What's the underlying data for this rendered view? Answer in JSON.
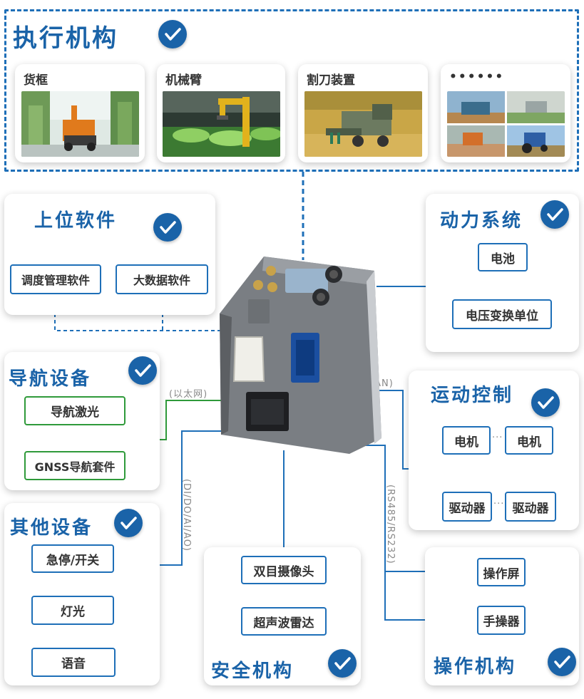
{
  "executor": {
    "title": "执行机构",
    "cards": [
      {
        "label": "货框",
        "icon": "cargo-frame-robot-photo"
      },
      {
        "label": "机械臂",
        "icon": "robot-arm-photo"
      },
      {
        "label": "割刀装置",
        "icon": "harvester-photo"
      },
      {
        "label": "••••••",
        "icon": "farm-vehicles-collage-photo"
      }
    ]
  },
  "software": {
    "title": "上位软件",
    "items": [
      "调度管理软件",
      "大数据软件"
    ]
  },
  "power": {
    "title": "动力系统",
    "items": [
      "电池",
      "电压变换单位"
    ]
  },
  "navigation": {
    "title": "导航设备",
    "items": [
      "导航激光",
      "GNSS导航套件"
    ],
    "link_label": "(以太网)"
  },
  "motion": {
    "title": "运动控制",
    "items": [
      "电机",
      "电机",
      "驱动器",
      "驱动器"
    ],
    "separator": "···",
    "link_label": "(CAN)"
  },
  "other": {
    "title": "其他设备",
    "items": [
      "急停/开关",
      "灯光",
      "语音"
    ],
    "link_label": "(DI/DO/AI/AO)"
  },
  "safety": {
    "title": "安全机构",
    "items": [
      "双目摄像头",
      "超声波雷达"
    ]
  },
  "operation": {
    "title": "操作机构",
    "items": [
      "操作屏",
      "手操器"
    ],
    "link_label": "(RS485/RS232)"
  },
  "colors": {
    "accent_blue": "#1a63a8",
    "line_blue": "#1e6fb8",
    "line_green": "#2f9a3a",
    "device_gray": "#6e7277",
    "connector_blue": "#1b4fa0"
  }
}
